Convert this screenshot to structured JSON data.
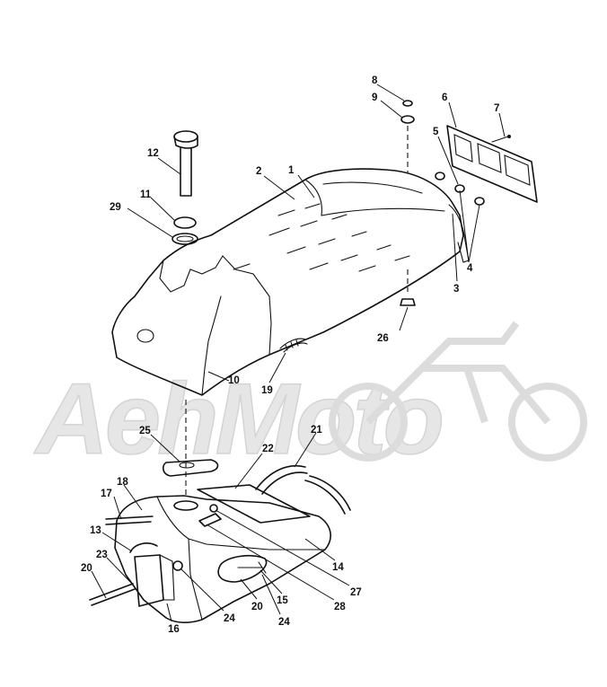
{
  "watermark": {
    "text": "AehMoto",
    "color": "#e6e6e6"
  },
  "callouts": {
    "c1": "1",
    "c2": "2",
    "c3": "3",
    "c4": "4",
    "c5": "5",
    "c6": "6",
    "c7": "7",
    "c8": "8",
    "c9": "9",
    "c10": "10",
    "c11": "11",
    "c12": "12",
    "c13": "13",
    "c14": "14",
    "c15": "15",
    "c16": "16",
    "c17": "17",
    "c18": "18",
    "c19": "19",
    "c20a": "20",
    "c20b": "20",
    "c21": "21",
    "c22": "22",
    "c23": "23",
    "c24a": "24",
    "c24b": "24",
    "c25": "25",
    "c26": "26",
    "c27": "27",
    "c28": "28",
    "c29": "29"
  }
}
